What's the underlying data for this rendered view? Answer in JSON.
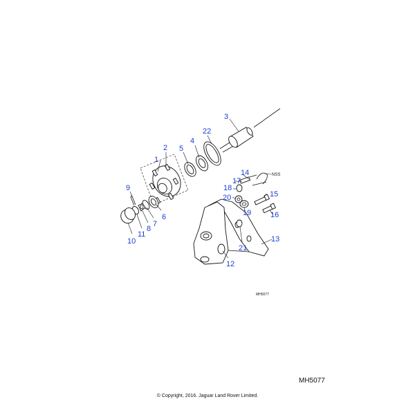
{
  "diagram": {
    "callouts": [
      "1",
      "2",
      "3",
      "4",
      "5",
      "6",
      "7",
      "8",
      "9",
      "10",
      "11",
      "12",
      "13",
      "14",
      "15",
      "16",
      "17",
      "18",
      "19",
      "20",
      "21",
      "22"
    ],
    "nss_label": "NSS",
    "ref_small": "MH5077",
    "ref_bottom": "MH5077",
    "copyright": "© Copyright, 2016. Jaguar Land Rover Limited.",
    "callout_color": "#1a3fd6"
  }
}
